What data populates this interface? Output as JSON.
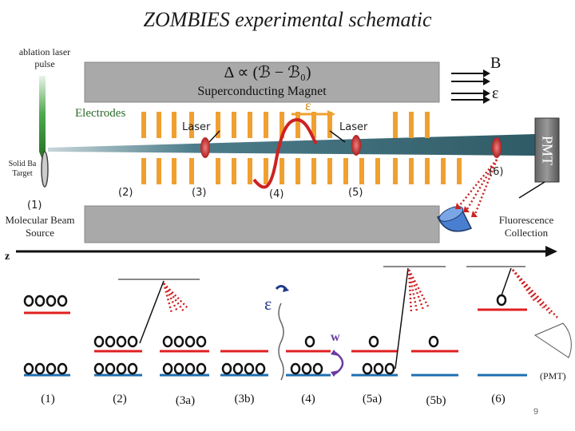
{
  "title": "ZOMBIES experimental schematic",
  "labels": {
    "ablation": "ablation laser pulse",
    "formula": "Δ ∝ (ℬ − ℬ₀)",
    "magnet": "Superconducting Magnet",
    "electrodes": "Electrodes",
    "epsilon": "ε",
    "laser_left": "Laser",
    "laser_right": "Laser",
    "pmt": "PMT",
    "target": "Solid Ba Target",
    "source_num": "(1)",
    "source": "Molecular Beam Source",
    "fluorescence": "Fluorescence Collection",
    "z_axis": "z",
    "w": "w",
    "pmt_small": "(PMT)",
    "page_number": "9",
    "field_B": "B",
    "field_E": "ε"
  },
  "stage_numbers": [
    "(2)",
    "(3)",
    "(4)",
    "(5)",
    "(6)"
  ],
  "bottom_labels": [
    "(1)",
    "(2)",
    "(3a)",
    "(3b)",
    "(4)",
    "(5a)",
    "(5b)",
    "(6)"
  ],
  "colors": {
    "magnet": "#a6a6a6",
    "electrode": "#f0a030",
    "laser": "#c03030",
    "beam": "#3a6a78",
    "level_red": "#e02020",
    "level_blue": "#1f6fb0",
    "dots": "#cc2222"
  }
}
